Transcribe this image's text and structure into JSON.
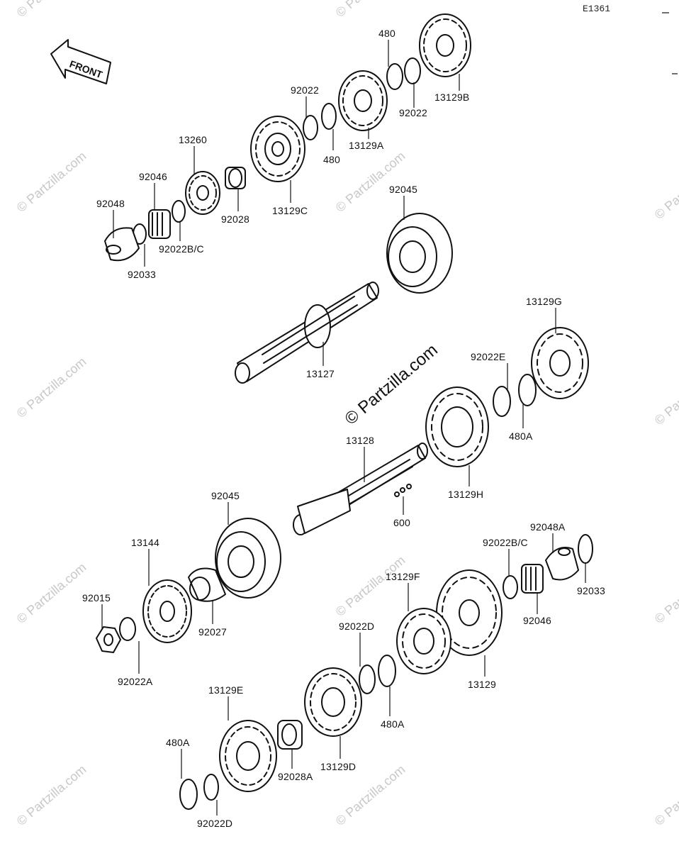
{
  "diagram_code": "E1361",
  "front_label": "FRONT",
  "watermark_center": "© Partzilla.com",
  "watermark_tile": "© Partzilla.com",
  "callouts": {
    "p480_top": "480",
    "p13129B": "13129B",
    "p92022_top_right": "92022",
    "p92022_top_left": "92022",
    "p13129A": "13129A",
    "p480_mid": "480",
    "p13260": "13260",
    "p92046_top": "92046",
    "p92048": "92048",
    "p92022BC_top": "92022B/C",
    "p92033_top": "92033",
    "p92028": "92028",
    "p13129C": "13129C",
    "p92045_top": "92045",
    "p13127": "13127",
    "p13129G": "13129G",
    "p92022E": "92022E",
    "p480A_right": "480A",
    "p13128": "13128",
    "p13129H": "13129H",
    "p600": "600",
    "p92045_bottom": "92045",
    "p13144": "13144",
    "p92015": "92015",
    "p92022A": "92022A",
    "p92027": "92027",
    "p92048A": "92048A",
    "p92022BC_bottom": "92022B/C",
    "p92033_bottom": "92033",
    "p92046_bottom": "92046",
    "p13129F": "13129F",
    "p92022D_mid": "92022D",
    "p13129": "13129",
    "p480A_mid": "480A",
    "p13129E": "13129E",
    "p92028A": "92028A",
    "p13129D": "13129D",
    "p480A_bottom": "480A",
    "p92022D_bottom": "92022D"
  }
}
